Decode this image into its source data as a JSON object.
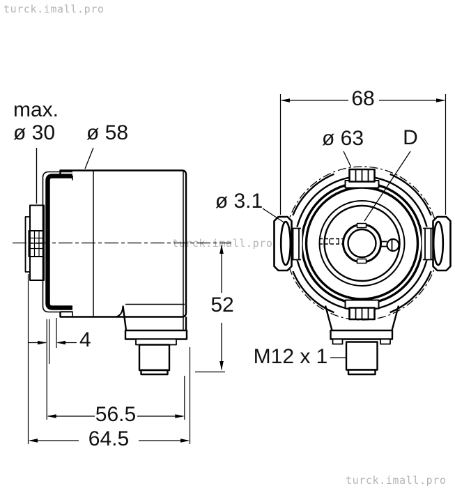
{
  "colors": {
    "line": "#000000",
    "watermark": "#b4b4b4",
    "background": "#ffffff"
  },
  "watermarks": {
    "top_left": "turck.imall.pro",
    "middle": "turck.imall.pro",
    "bottom_right": "turck.imall.pro"
  },
  "side_view": {
    "shaft_max_label": "max.",
    "shaft_diameter": "ø 30",
    "body_diameter": "ø 58",
    "flange_offset": "4",
    "body_length": "56.5",
    "total_length": "64.5",
    "connector_drop": "52"
  },
  "front_view": {
    "overall_width": "68",
    "ring_diameter": "ø 63",
    "shaft_bore_label": "D",
    "hole_diameter": "ø 3.1",
    "connector_thread": "M12 x 1"
  }
}
